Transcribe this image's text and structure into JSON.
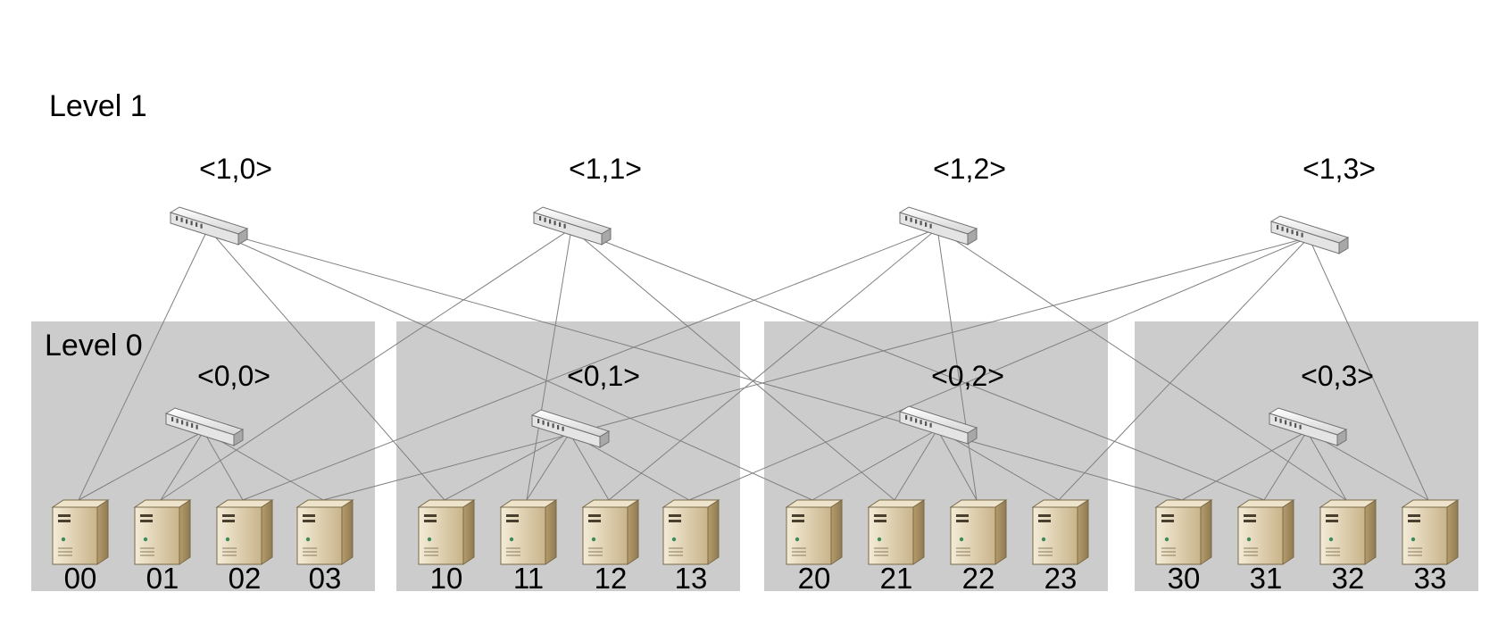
{
  "diagram": {
    "levels": [
      {
        "label": "Level 1"
      },
      {
        "label": "Level 0"
      }
    ],
    "level1_switches": [
      {
        "label": "<1,0>",
        "id": "1,0"
      },
      {
        "label": "<1,1>",
        "id": "1,1"
      },
      {
        "label": "<1,2>",
        "id": "1,2"
      },
      {
        "label": "<1,3>",
        "id": "1,3"
      }
    ],
    "cells": [
      {
        "switch_label": "<0,0>",
        "servers": [
          "00",
          "01",
          "02",
          "03"
        ]
      },
      {
        "switch_label": "<0,1>",
        "servers": [
          "10",
          "11",
          "12",
          "13"
        ]
      },
      {
        "switch_label": "<0,2>",
        "servers": [
          "20",
          "21",
          "22",
          "23"
        ]
      },
      {
        "switch_label": "<0,3>",
        "servers": [
          "30",
          "31",
          "32",
          "33"
        ]
      }
    ],
    "links": {
      "level1_to_server": [
        [
          "1,0",
          "00"
        ],
        [
          "1,0",
          "10"
        ],
        [
          "1,0",
          "20"
        ],
        [
          "1,0",
          "30"
        ],
        [
          "1,1",
          "01"
        ],
        [
          "1,1",
          "11"
        ],
        [
          "1,1",
          "21"
        ],
        [
          "1,1",
          "31"
        ],
        [
          "1,2",
          "02"
        ],
        [
          "1,2",
          "12"
        ],
        [
          "1,2",
          "22"
        ],
        [
          "1,2",
          "32"
        ],
        [
          "1,3",
          "03"
        ],
        [
          "1,3",
          "13"
        ],
        [
          "1,3",
          "23"
        ],
        [
          "1,3",
          "33"
        ]
      ]
    },
    "colors": {
      "cell_background": "#cccccc",
      "link": "#808080",
      "server_body": "#d8c8a4",
      "switch_body": "#e6e6e6"
    }
  }
}
